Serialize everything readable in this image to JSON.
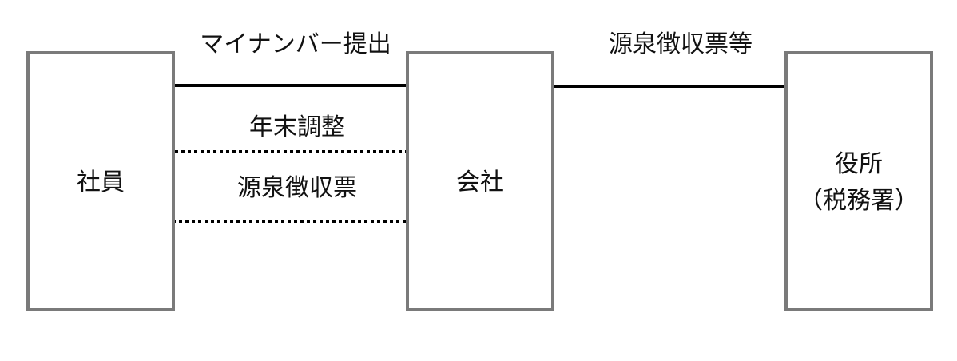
{
  "nodes": {
    "employee": {
      "label": "社員"
    },
    "company": {
      "label": "会社"
    },
    "tax_office": {
      "label_line1": "役所",
      "label_line2": "（税務署）"
    }
  },
  "edges": {
    "my_number": {
      "label": "マイナンバー提出",
      "from": "employee",
      "to": "company",
      "style": "solid"
    },
    "year_end_adjustment": {
      "label": "年末調整",
      "from": "employee",
      "to": "company",
      "style": "dotted"
    },
    "withholding_slip": {
      "label": "源泉徴収票",
      "from": "company",
      "to": "employee",
      "style": "dotted"
    },
    "withholding_slip_etc": {
      "label": "源泉徴収票等",
      "from": "company",
      "to": "tax_office",
      "style": "solid"
    }
  },
  "colors": {
    "box_border": "#7a7a7a",
    "arrow": "#000000",
    "text": "#111111"
  }
}
